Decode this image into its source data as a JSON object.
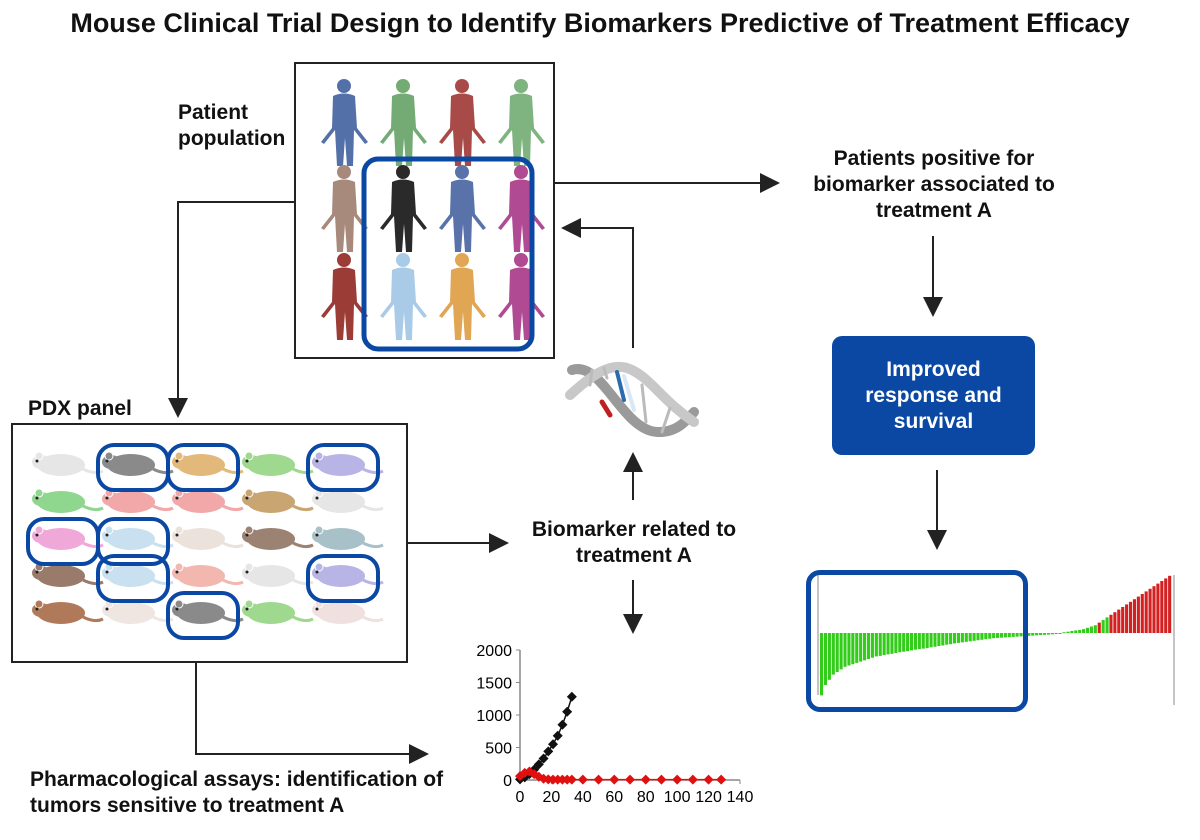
{
  "title": "Mouse Clinical Trial Design to Identify Biomarkers Predictive of Treatment Efficacy",
  "labels": {
    "patient_population": "Patient population",
    "patients_positive": "Patients positive for biomarker associated to treatment A",
    "improved_response": "Improved response and survival",
    "pdx_panel": "PDX panel",
    "biomarker": "Biomarker related to treatment A",
    "pharmacological": "Pharmacological assays: identification of tumors sensitive to treatment A"
  },
  "colors": {
    "accent_blue": "#0b48a3",
    "waterfall_green": "#33cc1a",
    "waterfall_red": "#d42020",
    "growth_treated": "#e01010",
    "growth_control": "#111111"
  },
  "chart_data": [
    {
      "type": "line",
      "x_ticks": [
        0,
        20,
        40,
        60,
        80,
        100,
        120,
        140
      ],
      "y_ticks": [
        0,
        500,
        1000,
        1500,
        2000
      ],
      "xlim": [
        0,
        140
      ],
      "ylim": [
        0,
        2000
      ],
      "series": [
        {
          "x": [
            0,
            3,
            6,
            9,
            12,
            15,
            18,
            21,
            24,
            27,
            30,
            33
          ],
          "y": [
            10,
            40,
            90,
            160,
            240,
            330,
            440,
            550,
            680,
            850,
            1050,
            1280
          ],
          "color": "#111111",
          "marker": "diamond"
        },
        {
          "x": [
            0,
            3,
            6,
            9,
            12,
            15,
            18,
            21,
            24,
            27,
            30,
            33,
            40,
            50,
            60,
            70,
            80,
            90,
            100,
            110,
            120,
            128
          ],
          "y": [
            60,
            110,
            130,
            90,
            50,
            20,
            10,
            5,
            5,
            5,
            5,
            5,
            5,
            5,
            5,
            5,
            5,
            5,
            5,
            5,
            5,
            5
          ],
          "color": "#e01010",
          "marker": "diamond"
        }
      ]
    },
    {
      "type": "bar",
      "description_units": "relative response",
      "values": [
        -2.4,
        -2.0,
        -1.8,
        -1.6,
        -1.5,
        -1.4,
        -1.3,
        -1.25,
        -1.2,
        -1.15,
        -1.1,
        -1.05,
        -1.0,
        -0.95,
        -0.9,
        -0.88,
        -0.85,
        -0.82,
        -0.8,
        -0.77,
        -0.74,
        -0.72,
        -0.7,
        -0.67,
        -0.64,
        -0.62,
        -0.6,
        -0.58,
        -0.55,
        -0.53,
        -0.5,
        -0.48,
        -0.45,
        -0.43,
        -0.4,
        -0.38,
        -0.36,
        -0.34,
        -0.32,
        -0.3,
        -0.28,
        -0.26,
        -0.24,
        -0.22,
        -0.2,
        -0.19,
        -0.18,
        -0.17,
        -0.16,
        -0.15,
        -0.14,
        -0.13,
        -0.12,
        -0.11,
        -0.1,
        -0.09,
        -0.08,
        -0.07,
        -0.06,
        -0.05,
        -0.04,
        -0.03,
        0.03,
        0.05,
        0.08,
        0.1,
        0.12,
        0.15,
        0.2,
        0.25,
        0.3,
        0.4,
        0.5,
        0.6,
        0.7,
        0.8,
        0.9,
        1.0,
        1.1,
        1.2,
        1.3,
        1.4,
        1.5,
        1.6,
        1.7,
        1.8,
        1.9,
        2.0,
        2.1,
        2.2
      ],
      "colors_split": {
        "green_until_index": 74,
        "red_indices_extra": [
          71
        ]
      }
    }
  ]
}
